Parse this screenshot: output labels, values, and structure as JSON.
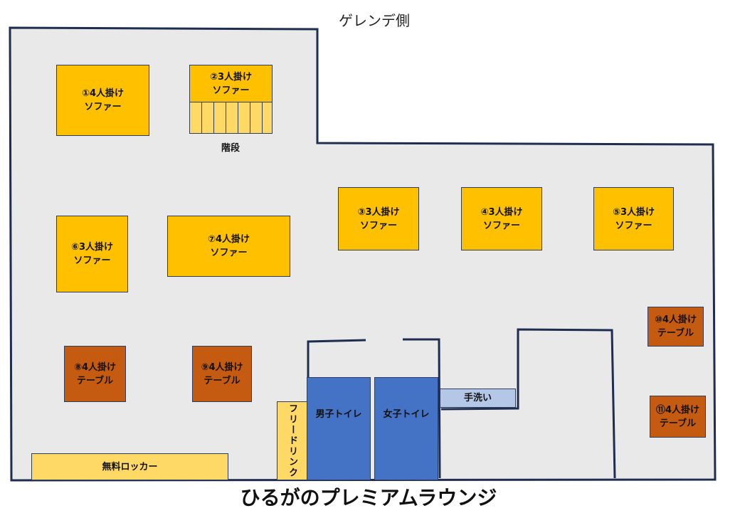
{
  "header": {
    "side_label": "ゲレンデ側"
  },
  "title": "ひるがのプレミアムラウンジ",
  "seats": [
    {
      "label": "①4人掛け\nソファー",
      "type": "sofa"
    },
    {
      "label": "②3人掛け\nソファー",
      "type": "sofa"
    },
    {
      "label": "③3人掛け\nソファー",
      "type": "sofa"
    },
    {
      "label": "④3人掛け\nソファー",
      "type": "sofa"
    },
    {
      "label": "⑤3人掛け\nソファー",
      "type": "sofa"
    },
    {
      "label": "⑥3人掛け\nソファー",
      "type": "sofa"
    },
    {
      "label": "⑦4人掛け\nソファー",
      "type": "sofa"
    },
    {
      "label": "⑧4人掛け\nテーブル",
      "type": "table"
    },
    {
      "label": "⑨4人掛け\nテーブル",
      "type": "table"
    },
    {
      "label": "⑩4人掛け\nテーブル",
      "type": "table"
    },
    {
      "label": "⑪4人掛け\nテーブル",
      "type": "table"
    }
  ],
  "facilities": {
    "stairs": "階段",
    "locker": "無料ロッカー",
    "free_drink": "フリードリンク",
    "mens_toilet": "男子トイレ",
    "womens_toilet": "女子トイレ",
    "hand_wash": "手洗い"
  },
  "colors": {
    "sofa": "#ffc000",
    "table": "#c55a11",
    "toilet": "#4472c4",
    "wall": "#1f2d4f",
    "floor": "#e9e9e9"
  }
}
